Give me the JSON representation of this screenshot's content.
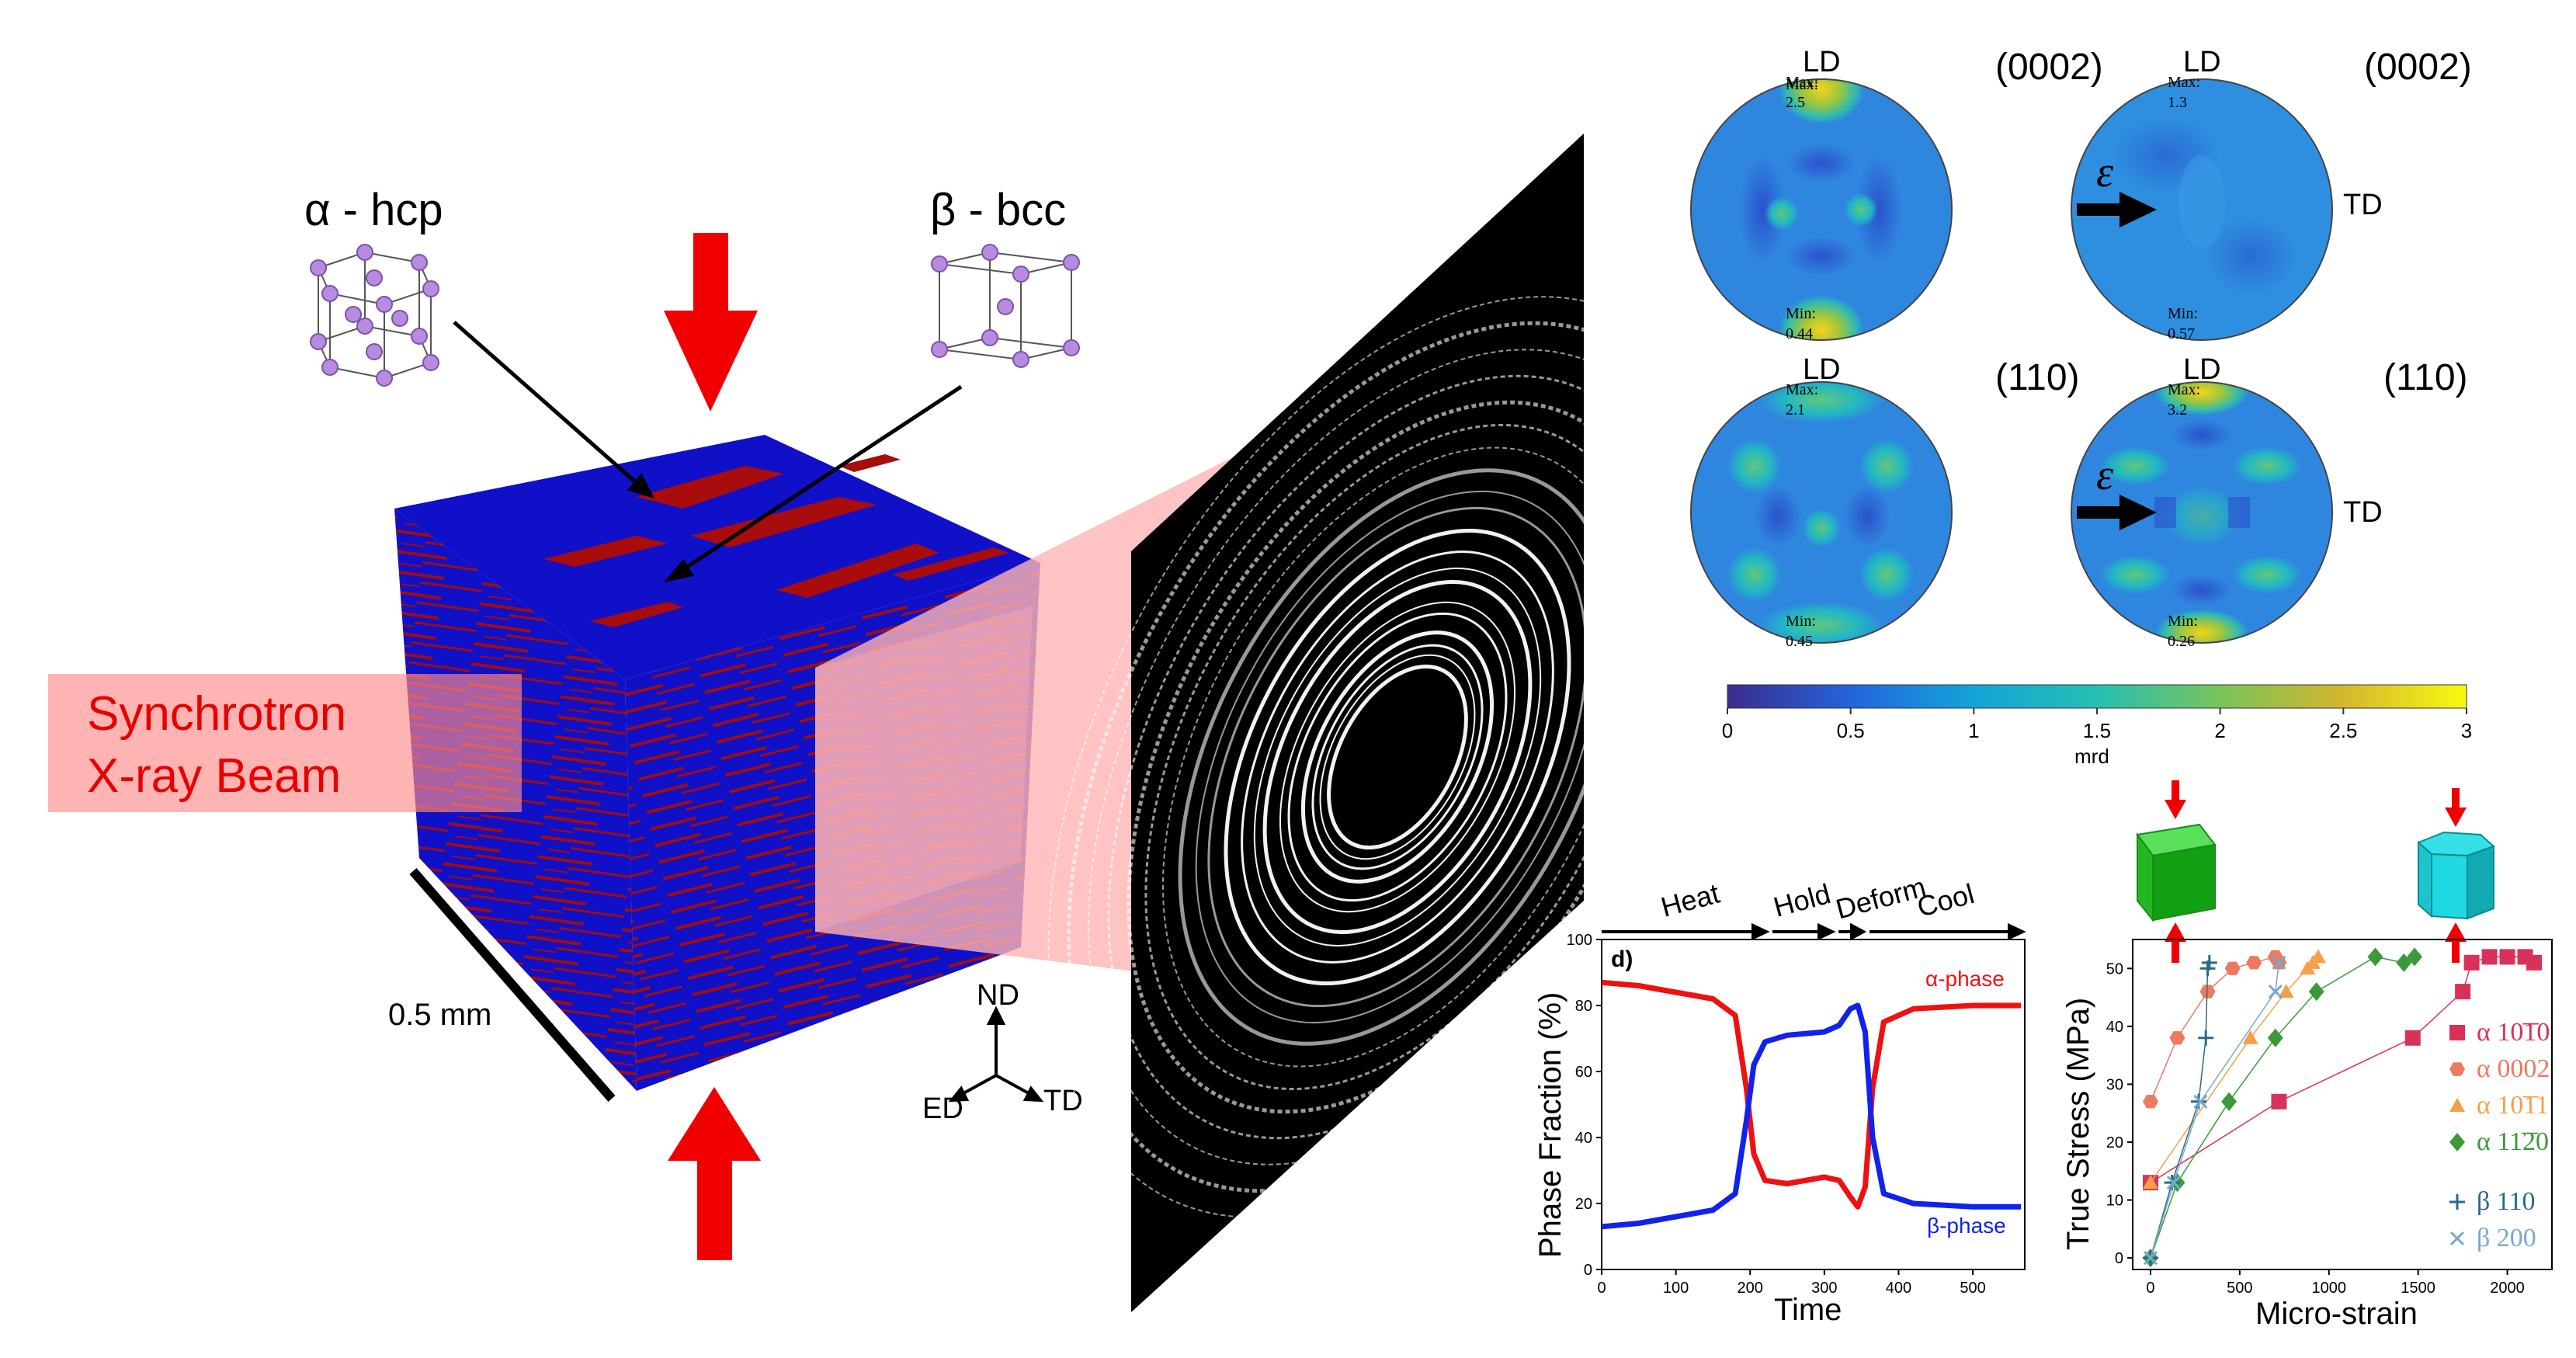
{
  "left": {
    "alpha_label": "α - hcp",
    "beta_label": "β - bcc",
    "beam_line1": "Synchrotron",
    "beam_line2": "X-ray Beam",
    "scale_label": "0.5 mm",
    "axes": {
      "nd": "ND",
      "ed": "ED",
      "td": "TD"
    }
  },
  "pole_figures": {
    "alpha_symbol": "α",
    "beta_symbol": "β",
    "strain_symbol": "ε",
    "ld": "LD",
    "td": "TD",
    "plane_alpha": "(0002)",
    "plane_beta": "(110)",
    "max_label": "Max:",
    "min_label": "Min:",
    "alpha_before": {
      "max": "2.5",
      "min": "0.44"
    },
    "alpha_after": {
      "max": "1.3",
      "min": "0.57"
    },
    "beta_before": {
      "max": "2.1",
      "min": "0.45"
    },
    "beta_after": {
      "max": "3.2",
      "min": "0.26"
    },
    "colorbar": {
      "ticks": [
        "0",
        "0.5",
        "1",
        "1.5",
        "2",
        "2.5",
        "3"
      ],
      "label": "mrd"
    }
  },
  "chart_data": [
    {
      "type": "line",
      "panel_label": "d)",
      "xlabel": "Time",
      "ylabel": "Phase Fraction (%)",
      "xlim": [
        0,
        570
      ],
      "ylim": [
        0,
        100
      ],
      "xticks": [
        "0",
        "100",
        "200",
        "300",
        "400",
        "500"
      ],
      "yticks": [
        "0",
        "20",
        "40",
        "60",
        "80",
        "100"
      ],
      "stages": [
        "Heat",
        "Hold",
        "Deform",
        "Cool"
      ],
      "series": [
        {
          "name": "α-phase",
          "color": "#ee1111",
          "x": [
            0,
            50,
            100,
            150,
            180,
            195,
            205,
            220,
            250,
            300,
            320,
            335,
            345,
            355,
            365,
            380,
            420,
            500,
            565
          ],
          "y": [
            87,
            86,
            84,
            82,
            77,
            55,
            35,
            27,
            26,
            28,
            27,
            22,
            19,
            25,
            55,
            75,
            79,
            80,
            80
          ]
        },
        {
          "name": "β-phase",
          "color": "#1122ee",
          "x": [
            0,
            50,
            100,
            150,
            180,
            195,
            205,
            220,
            250,
            300,
            320,
            335,
            345,
            355,
            365,
            380,
            420,
            500,
            565
          ],
          "y": [
            13,
            14,
            16,
            18,
            23,
            45,
            62,
            69,
            71,
            72,
            74,
            79,
            80,
            72,
            40,
            23,
            20,
            19,
            19
          ]
        }
      ]
    },
    {
      "type": "scatter",
      "xlabel": "Micro-strain",
      "ylabel": "True Stress (MPa)",
      "xlim": [
        -100,
        2250
      ],
      "ylim": [
        -2,
        55
      ],
      "xticks": [
        "0",
        "500",
        "1000",
        "1500",
        "2000"
      ],
      "yticks": [
        "0",
        "10",
        "20",
        "30",
        "40",
        "50"
      ],
      "series": [
        {
          "name": "α 1010",
          "legend": "α 10͞10",
          "color": "#d8325a",
          "marker": "square",
          "x": [
            0,
            720,
            1470,
            1750,
            1800,
            1900,
            2000,
            2100,
            2150
          ],
          "y": [
            13,
            27,
            38,
            46,
            51,
            52,
            52,
            52,
            51
          ]
        },
        {
          "name": "α 0002",
          "legend": "α 0002",
          "color": "#ec7a60",
          "marker": "hexagon",
          "x": [
            0,
            150,
            320,
            460,
            580,
            700,
            720
          ],
          "y": [
            27,
            38,
            46,
            50,
            51,
            52,
            51
          ]
        },
        {
          "name": "α 1011",
          "legend": "α 10͞11",
          "color": "#f4a04a",
          "marker": "triangle",
          "x": [
            0,
            560,
            760,
            880,
            910,
            940
          ],
          "y": [
            13,
            38,
            46,
            50,
            51,
            52
          ]
        },
        {
          "name": "α 1120",
          "legend": "α 11͞20",
          "color": "#3a9a3a",
          "marker": "diamond",
          "x": [
            0,
            150,
            440,
            700,
            930,
            1260,
            1420,
            1480
          ],
          "y": [
            0,
            13,
            27,
            38,
            46,
            52,
            51,
            52
          ]
        },
        {
          "name": "β 110",
          "legend": "β 110",
          "color": "#2a6a8a",
          "marker": "plus",
          "x": [
            0,
            120,
            270,
            310,
            320,
            330
          ],
          "y": [
            0,
            13,
            27,
            38,
            50,
            51
          ]
        },
        {
          "name": "β 200",
          "legend": "β 200",
          "color": "#7aa8cc",
          "marker": "x",
          "x": [
            0,
            130,
            280,
            700,
            720
          ],
          "y": [
            0,
            13,
            27,
            46,
            51
          ]
        }
      ]
    }
  ]
}
